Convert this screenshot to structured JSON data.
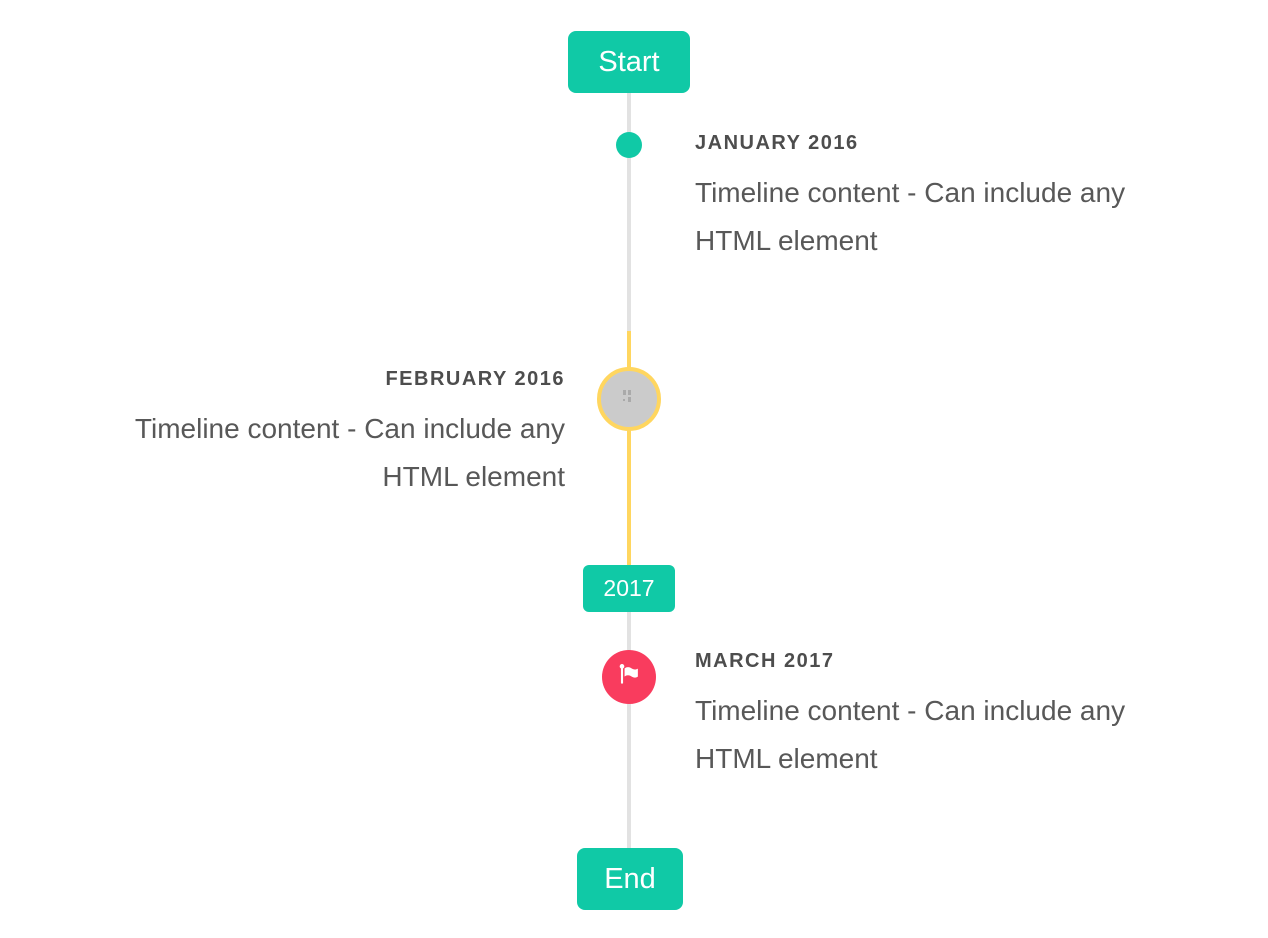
{
  "colors": {
    "accent_teal": "#10c9a6",
    "accent_red": "#f93c5e",
    "accent_yellow": "#ffd65f",
    "line_gray": "#e2e2e2",
    "circle_gray": "#cbcbcb",
    "title_text": "#4d4d4d",
    "body_text": "#585858"
  },
  "timeline": {
    "start_label": "Start",
    "year_badge_label": "2017",
    "end_label": "End",
    "items": [
      {
        "title": "JANUARY 2016",
        "side": "right",
        "marker": "teal-dot",
        "content_lines": [
          "Timeline content - Can include any",
          "HTML element"
        ]
      },
      {
        "title": "FEBRUARY 2016",
        "side": "left",
        "marker": "image-placeholder",
        "content_lines": [
          "Timeline content - Can include any",
          "HTML element"
        ]
      },
      {
        "title": "MARCH 2017",
        "side": "right",
        "marker": "red-flag",
        "content_lines": [
          "Timeline content - Can include any",
          "HTML element"
        ]
      }
    ]
  }
}
